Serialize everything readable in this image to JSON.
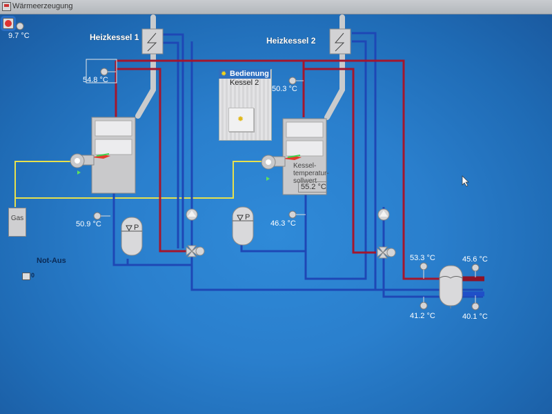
{
  "window": {
    "title": "Wärmeerzeugung",
    "app_icon": "display-icon"
  },
  "outside_temp": {
    "icon": "thermometer-icon",
    "value": "9.7 °C"
  },
  "boilers": [
    {
      "name": "Heizkessel 1",
      "flow_temp": "54.8 °C",
      "return_temp": "50.9 °C"
    },
    {
      "name": "Heizkessel 2",
      "flow_temp": "50.3 °C",
      "return_temp": "46.3 °C",
      "setpoint_label": "Kessel-\ntemperatur-\nsollwert",
      "setpoint_label_lines": [
        "Kessel-",
        "temperatur-",
        "sollwert"
      ],
      "setpoint_value": "55.2 °C"
    }
  ],
  "operation_panel": {
    "title": "Bedienung",
    "subtitle": "Kessel 2",
    "button_icon": "gear-icon"
  },
  "gas": {
    "label": "Gas"
  },
  "emergency": {
    "label": "Not-Aus",
    "state": "0"
  },
  "hydraulic_separator": {
    "primary_flow": "53.3 °C",
    "primary_return": "41.2 °C",
    "secondary_flow": "45.6 °C",
    "secondary_return": "40.1 °C"
  },
  "colors": {
    "supply": "#a3162d",
    "return": "#1e47b5",
    "gas": "#e3e04a",
    "background": "#2a7fcd",
    "equipment": "#d2d2d4"
  }
}
